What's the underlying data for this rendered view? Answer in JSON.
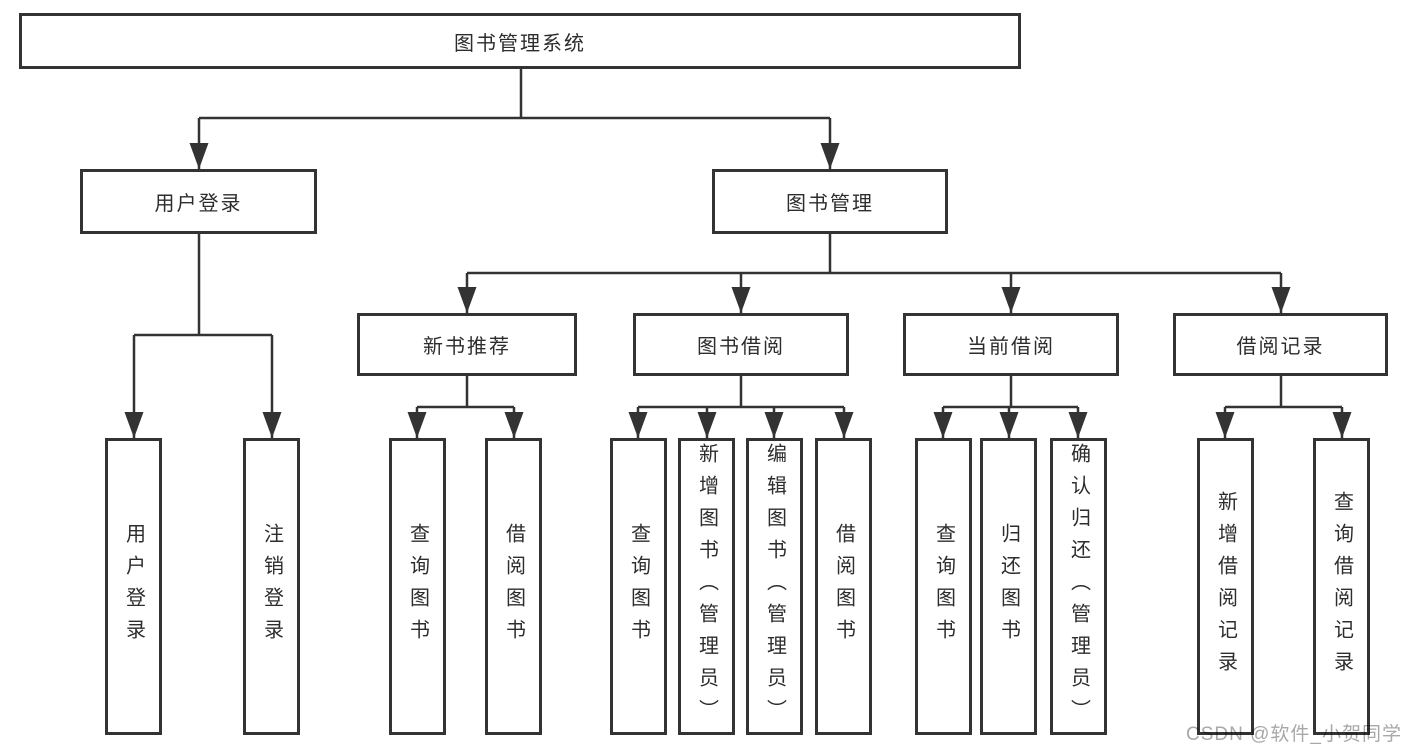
{
  "tree": {
    "label": "图书管理系统",
    "children": [
      {
        "label": "用户登录",
        "children": [
          {
            "label": "用户登录"
          },
          {
            "label": "注销登录"
          }
        ]
      },
      {
        "label": "图书管理",
        "children": [
          {
            "label": "新书推荐",
            "children": [
              {
                "label": "查询图书"
              },
              {
                "label": "借阅图书"
              }
            ]
          },
          {
            "label": "图书借阅",
            "children": [
              {
                "label": "查询图书"
              },
              {
                "label": "新增图书（管理员）"
              },
              {
                "label": "编辑图书（管理员）"
              },
              {
                "label": "借阅图书"
              }
            ]
          },
          {
            "label": "当前借阅",
            "children": [
              {
                "label": "查询图书"
              },
              {
                "label": "归还图书"
              },
              {
                "label": "确认归还（管理员）"
              }
            ]
          },
          {
            "label": "借阅记录",
            "children": [
              {
                "label": "新增借阅记录"
              },
              {
                "label": "查询借阅记录"
              }
            ]
          }
        ]
      }
    ]
  },
  "watermark": {
    "text": "CSDN @软件_小贺同学"
  },
  "colors": {
    "line": "#333333",
    "node_border": "#333333",
    "node_text": "#2d2d2d",
    "watermark": "#a8a8a8",
    "background": "#ffffff"
  }
}
